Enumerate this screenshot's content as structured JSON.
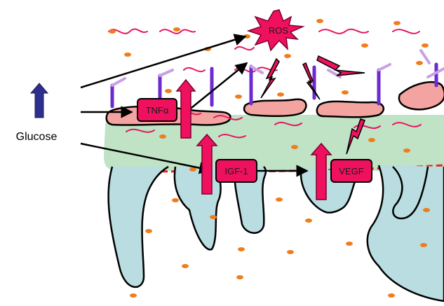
{
  "labels": {
    "glucose": "Glucose",
    "ros": "ROS",
    "tnf": "TNFα",
    "igf": "IGF-1",
    "vegf": "VEGF"
  },
  "colors": {
    "background": "#ffffff",
    "band": "#bfe3c4",
    "tissue": "#b9dde0",
    "cell": "#f3a3a0",
    "factor_box": "#f0115e",
    "arrow_up": "#f0115e",
    "glucose_arrow": "#2e2f8c",
    "receptor": "#6b2bd0",
    "receptor_light": "#c9a0e8",
    "wave": "#e8145f",
    "dot": "#f07d1a",
    "red_line": "#e82418"
  }
}
